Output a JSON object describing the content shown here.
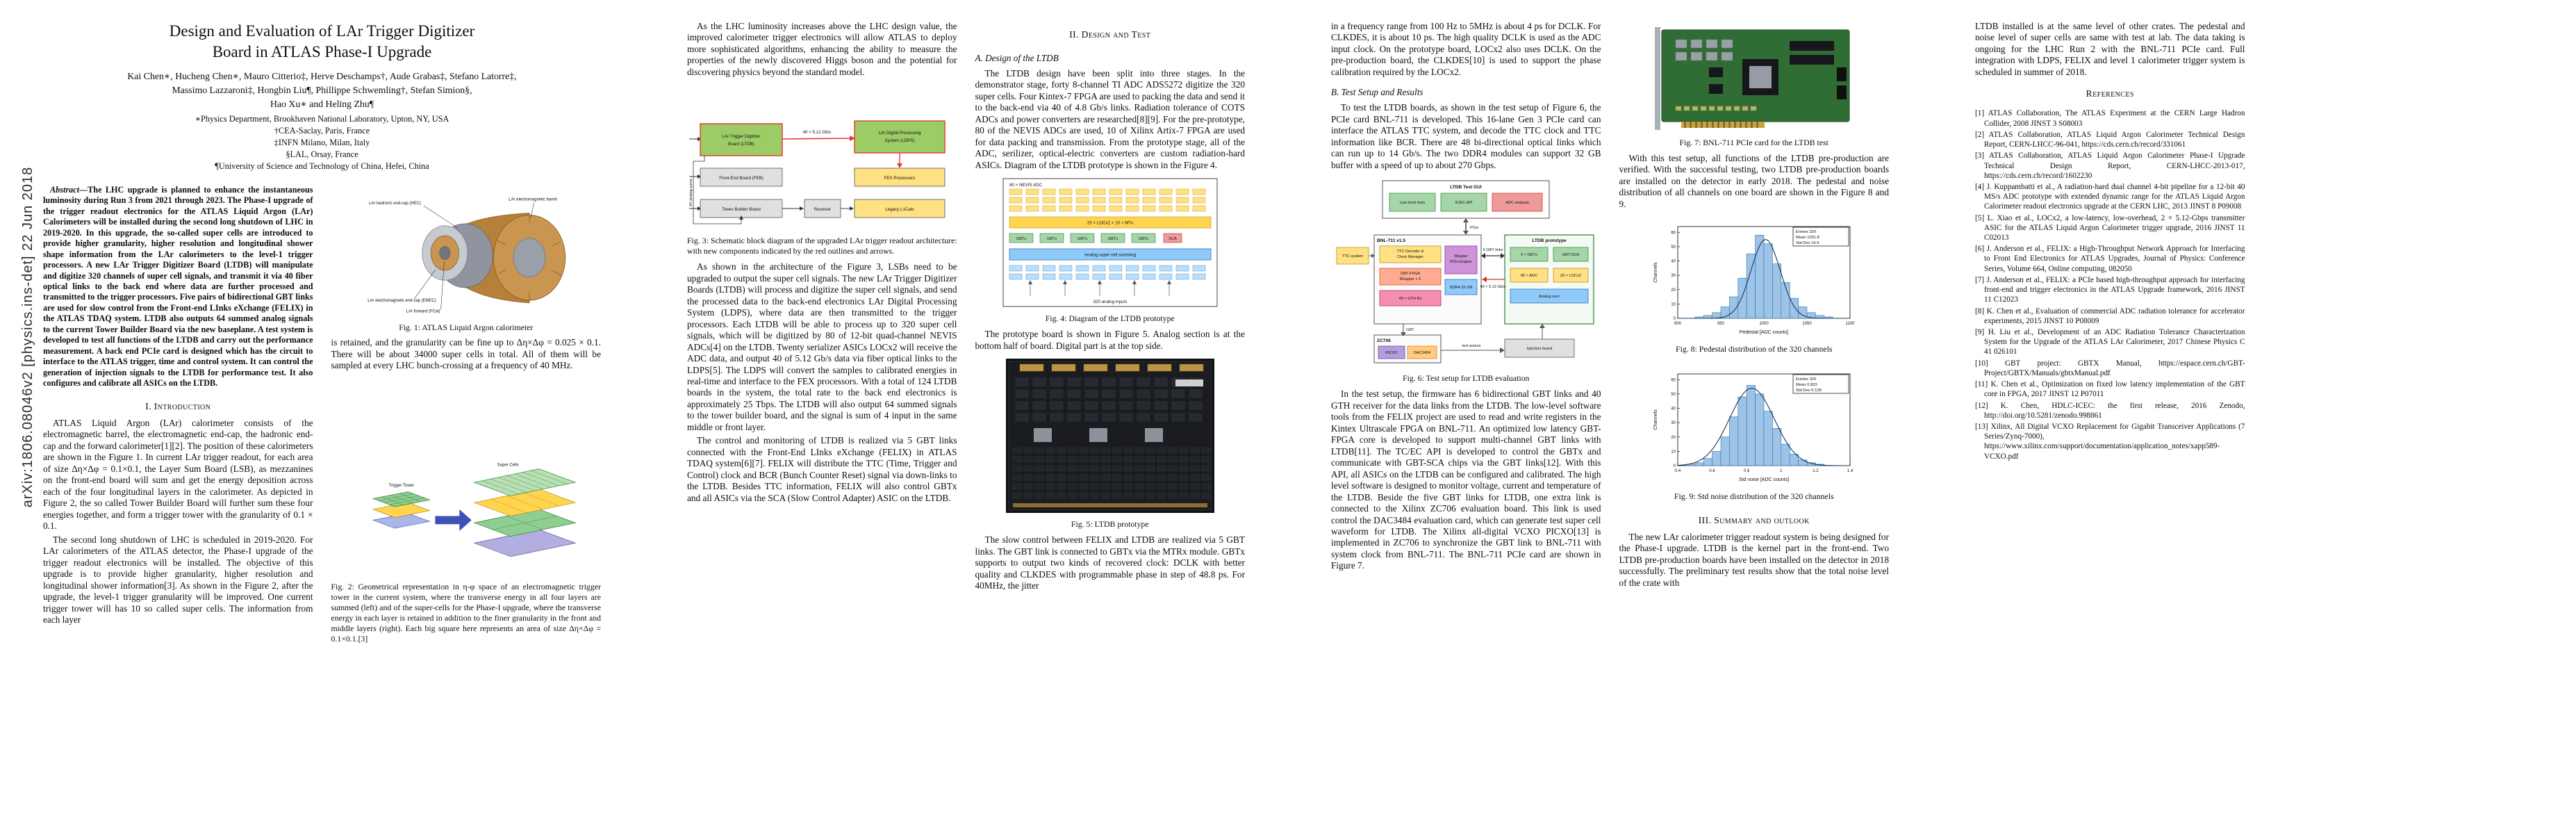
{
  "arxiv_label": "arXiv:1806.08046v2 [physics.ins-det] 22 Jun 2018",
  "title": {
    "line1": "Design and Evaluation of LAr Trigger Digitizer",
    "line2": "Board in ATLAS Phase-I Upgrade"
  },
  "authors": {
    "line1": "Kai Chen∗, Hucheng Chen∗, Mauro Citterio‡, Herve Deschamps†, Aude Grabas‡, Stefano Latorre‡,",
    "line2": "Massimo Lazzaroni‡, Hongbin Liu¶, Phillippe Schwemling†, Stefan Simion§,",
    "line3": "Hao Xu∗ and Heling Zhu¶"
  },
  "affiliations": [
    "∗Physics Department, Brookhaven National Laboratory, Upton, NY, USA",
    "†CEA-Saclay, Paris, France",
    "‡INFN Milano, Milan, Italy",
    "§LAL, Orsay, France",
    "¶University of Science and Technology of China, Hefei, China"
  ],
  "abstract": {
    "label": "Abstract—",
    "text": "The LHC upgrade is planned to enhance the instantaneous luminosity during Run 3 from 2021 through 2023. The Phase-I upgrade of the trigger readout electronics for the ATLAS Liquid Argon (LAr) Calorimeters will be installed during the second long shutdown of LHC in 2019-2020. In this upgrade, the so-called super cells are introduced to provide higher granularity, higher resolution and longitudinal shower shape information from the LAr calorimeters to the level-1 trigger processors. A new LAr Trigger Digitizer Board (LTDB) will manipulate and digitize 320 channels of super cell signals, and transmit it via 40 fiber optical links to the back end where data are further processed and transmitted to the trigger processors. Five pairs of bidirectional GBT links are used for slow control from the Front-end LInks eXchange (FELIX) in the ATLAS TDAQ system. LTDB also outputs 64 summed analog signals to the current Tower Builder Board via the new baseplane. A test system is developed to test all functions of the LTDB and carry out the performance measurement. A back end PCIe card is designed which has the circuit to interface to the ATLAS trigger, time and control system. It can control the generation of injection signals to the LTDB for performance test. It also configures and calibrate all ASICs on the LTDB."
  },
  "headings": {
    "introduction": "I. Introduction",
    "design": "II. Design and Test",
    "design_sub": "A. Design of the LTDB",
    "test_sub": "B. Test Setup and Results",
    "summary": "III. Summary and outlook",
    "references": "References"
  },
  "paragraphs": {
    "intro_1": "ATLAS Liquid Argon (LAr) calorimeter consists of the electromagnetic barrel, the electromagnetic end-cap, the hadronic end-cap and the forward calorimeter[1][2]. The position of these calorimeters are shown in the Figure 1. In current LAr trigger readout, for each area of size Δη×Δφ = 0.1×0.1, the Layer Sum Board (LSB), as mezzanines on the front-end board will sum and get the energy deposition across each of the four longitudinal layers in the calorimeter. As depicted in Figure 2, the so called Tower Builder Board will further sum these four energies together, and form a trigger tower with the granularity of 0.1 × 0.1.",
    "intro_2": "The second long shutdown of LHC is scheduled in 2019-2020. For LAr calorimeters of the ATLAS detector, the Phase-I upgrade of the trigger readout electronics will be installed. The objective of this upgrade is to provide higher granularity, higher resolution and longitudinal shower information[3]. As shown in the Figure 2, after the upgrade, the level-1 trigger granularity will be improved. One current trigger tower will has 10 so called super cells. The information from each layer",
    "intro_3": "is retained, and the granularity can be fine up to Δη×Δφ = 0.025 × 0.1. There will be about 34000 super cells in total. All of them will be sampled at every LHC bunch-crossing at a frequency of 40 MHz.",
    "lhc_lumi": "As the LHC luminosity increases above the LHC design value, the improved calorimeter trigger electronics will allow ATLAS to deploy more sophisticated algorithms, enhancing the ability to measure the properties of the newly discovered Higgs boson and the potential for discovering physics beyond the standard model.",
    "architecture": "As shown in the architecture of the Figure 3, LSBs need to be upgraded to output the super cell signals. The new LAr Trigger Digitizer Boards (LTDB) will process and digitize the super cell signals, and send the processed data to the back-end electronics LAr Digital Processing System (LDPS), where data are then transmitted to the trigger processors. Each LTDB will be able to process up to 320 super cell signals, which will be digitized by 80 of 12-bit quad-channel NEVIS ADCs[4] on the LTDB. Twenty serializer ASICs LOCx2 will receive the ADC data, and output 40 of 5.12 Gb/s data via fiber optical links to the LDPS[5]. The LDPS will convert the samples to calibrated energies in real-time and interface to the FEX processors. With a total of 124 LTDB boards in the system, the total rate to the back end electronics is approximately 25 Tbps. The LTDB will also output 64 summed signals to the tower builder board, and the signal is sum of 4 input in the same middle or front layer.",
    "control": "The control and monitoring of LTDB is realized via 5 GBT links connected with the Front-End LInks eXchange (FELIX) in ATLAS TDAQ system[6][7]. FELIX will distribute the TTC (Time, Trigger and Control) clock and BCR (Bunch Counter Reset) signal via down-links to the LTDB. Besides TTC information, FELIX will also control GBTx and all ASICs via the SCA (Slow Control Adapter) ASIC on the LTDB.",
    "design_stages": "The LTDB design have been split into three stages. In the demonstrator stage, forty 8-channel TI ADC ADS5272 digitize the 320 super cells. Four Kintex-7 FPGA are used to packing the data and send it to the back-end via 40 of 4.8 Gb/s links. Radiation tolerance of COTS ADCs and power converters are researched[8][9]. For the pre-prototype, 80 of the NEVIS ADCs are used, 10 of Xilinx Artix-7 FPGA are used for data packing and transmission. From the prototype stage, all of the ADC, serilizer, optical-electric converters are custom radiation-hard ASICs. Diagram of the LTDB prototype is shown in the Figure 4.",
    "proto_board": "The prototype board is shown in Figure 5. Analog section is at the bottom half of board. Digital part is at the top side.",
    "slow_control_a": "The slow control between FELIX and LTDB are realized via 5 GBT links. The GBT link is connected to GBTx via the MTRx module. GBTx supports to output two kinds of recovered clock: DCLK with better quality and CLKDES with programmable phase in step of 48.8 ps. For 40MHz, the jitter",
    "slow_control_b": "in a frequency range from 100 Hz to 5MHz is about 4 ps for DCLK. For CLKDES, it is about 10 ps. The high quality DCLK is used as the ADC input clock. On the prototype board, LOCx2 also uses DCLK. On the pre-production board, the CLKDES[10] is used to support the phase calibration required by the LOCx2.",
    "test_setup": "To test the LTDB boards, as shown in the test setup of Figure 6, the PCIe card BNL-711 is developed. This 16-lane Gen 3 PCIe card can interface the ATLAS TTC system, and decode the TTC clock and TTC information like BCR. There are 48 bi-directional optical links which can run up to 14 Gb/s. The two DDR4 modules can support 32 GB buffer with a speed of up to about 270 Gbps.",
    "firmware": "In the test setup, the firmware has 6 bidirectional GBT links and 40 GTH receiver for the data links from the LTDB. The low-level software tools from the FELIX project are used to read and write registers in the Kintex Ultrascale FPGA on BNL-711. An optimized low latency GBT-FPGA core is developed to support multi-channel GBT links with LTDB[11]. The TC/EC API is developed to control the GBTx and communicate with GBT-SCA chips via the GBT links[12]. With this API, all ASICs on the LTDB can be configured and calibrated. The high level software is designed to monitor voltage, current and temperature of the LTDB. Beside the five GBT links for LTDB, one extra link is connected to the Xilinx ZC706 evaluation board. This link is used control the DAC3484 evaluation card, which can generate test super cell waveform for LTDB. The Xilinx all-digital VCXO PICXO[13] is implemented in ZC706 to synchronize the GBT link to BNL-711 with system clock from BNL-711. The BNL-711 PCIe card are shown in Figure 7.",
    "verified": "With this test setup, all functions of the LTDB pre-production are verified. With the successful testing, two LTDB pre-production boards are installed on the detector in early 2018. The pedestal and noise distribution of all channels on one board are shown in the Figure 8 and 9.",
    "summary_a": "The new LAr calorimeter trigger readout system is being designed for the Phase-I upgrade. LTDB is the kernel part in the front-end. Two LTDB pre-production boards have been installed on the detector in 2018 successfully. The preliminary test results show that the total noise level of the crate with",
    "summary_b": "LTDB installed is at the same level of other crates. The pedestal and noise level of super cells are same with test at lab. The data taking is ongoing for the LHC Run 2 with the BNL-711 PCIe card. Full integration with LDPS, FELIX and level 1 calorimeter trigger system is scheduled in summer of 2018."
  },
  "figures": {
    "fig1": {
      "caption": "Fig. 1: ATLAS Liquid Argon calorimeter",
      "labels": [
        "LAr hadronic end-cap (HEC)",
        "LAr electromagnetic end-cap (EMEC)",
        "LAr electromagnetic barrel",
        "LAr forward (FCal)"
      ]
    },
    "fig2": {
      "caption": "Fig. 2: Geometrical representation in η-φ space of an electromagnetic trigger tower in the current system, where the transverse energy in all four layers are summed (left) and of the super-cells for the Phase-I upgrade, where the transverse energy in each layer is retained in addition to the finer granularity in the front and middle layers (right). Each big square here represents an area of size Δη×Δφ = 0.1×0.1.[3]",
      "labels": [
        "Trigger Tower",
        "Super Cells"
      ]
    },
    "fig3": {
      "caption": "Fig. 3: Schematic block diagram of the upgraded LAr trigger readout architecture: with new components indicated by the red outlines and arrows.",
      "labels": [
        "LAr Trigger Digitizer",
        "Board (LTDB)",
        "Front-End Board (FEB)",
        "Tower Builder Board",
        "LAr Digital Processing",
        "System (LDPS)",
        "FEX Processors",
        "Legacy L1Calo",
        "Receiver",
        "40 × 5.12 Gb/s",
        "64 analog sums"
      ]
    },
    "fig4": {
      "caption": "Fig. 4: Diagram of the LTDB prototype",
      "labels": [
        "80 × NEVIS ADC",
        "20 × LOCx2 + 10 × MTx",
        "GBTx",
        "SCA",
        "Analog super cell summing",
        "320 analog inputs"
      ]
    },
    "fig5": {
      "caption": "Fig. 5: LTDB prototype"
    },
    "fig6": {
      "caption": "Fig. 6: Test setup for LTDB evaluation",
      "labels": [
        "LTDB Test GUI",
        "Low level tools",
        "IC/EC API",
        "ADC analysis",
        "PCIe",
        "BNL-711 v1.5",
        "TTC Decoder &",
        "Clock Manager",
        "Wupper",
        "PCIe Engine",
        "GBT-FPGA",
        "Wrapper × 6",
        "40 × GTH Rx",
        "DDR4 32 GB",
        "TTC system",
        "LTDB prototype",
        "5 × GBTx",
        "GBT-SCA",
        "80 × ADC",
        "20 × LOCx2",
        "Analog sum",
        "5 GBT links",
        "40 × 5.12 Gb/s",
        "ZC706",
        "PICXO",
        "DAC3484",
        "GBT",
        "Injection board",
        "test pulses"
      ]
    },
    "fig7": {
      "caption": "Fig. 7: BNL-711 PCIe card for the LTDB test"
    },
    "fig8": {
      "caption": "Fig. 8: Pedestal distribution of the 320 channels"
    },
    "fig9": {
      "caption": "Fig. 9: Std noise distribution of the 320 channels"
    }
  },
  "references_list": [
    "[1] ATLAS Collaboration, The ATLAS Experiment at the CERN Large Hadron Collider, 2008 JINST 3 S08003",
    "[2] ATLAS Collaboration, ATLAS Liquid Argon Calorimeter Technical Design Report, CERN-LHCC-96-041, https://cds.cern.ch/record/331061",
    "[3] ATLAS Collaboration, ATLAS Liquid Argon Calorimeter Phase-I Upgrade Technical Design Report, CERN-LHCC-2013-017, https://cds.cern.ch/record/1602230",
    "[4] J. Kuppambatti et al., A radiation-hard dual channel 4-bit pipeline for a 12-bit 40 MS/s ADC prototype with extended dynamic range for the ATLAS Liquid Argon Calorimeter readout electronics upgrade at the CERN LHC, 2013 JINST 8 P09008",
    "[5] L. Xiao et al., LOCx2, a low-latency, low-overhead, 2 × 5.12-Gbps transmitter ASIC for the ATLAS Liquid Argon Calorimeter trigger upgrade, 2016 JINST 11 C02013",
    "[6] J. Anderson et al., FELIX: a High-Throughput Network Approach for Interfacing to Front End Electronics for ATLAS Upgrades, Journal of Physics: Conference Series, Volume 664, Online computing, 082050",
    "[7] J. Anderson et al., FELIX: a PCIe based high-throughput approach for interfacing front-end and trigger electronics in the ATLAS Upgrade framework, 2016 JINST 11 C12023",
    "[8] K. Chen et al., Evaluation of commercial ADC radiation tolerance for accelerator experiments, 2015 JINST 10 P08009",
    "[9] H. Liu et al., Development of an ADC Radiation Tolerance Characterization System for the Upgrade of the ATLAS LAr Calorimeter, 2017 Chinese Physics C 41 026101",
    "[10] GBT project: GBTX Manual, https://espace.cern.ch/GBT-Project/GBTX/Manuals/gbtxManual.pdf",
    "[11] K. Chen et al., Optimization on fixed low latency implementation of the GBT core in FPGA, 2017 JINST 12 P07011",
    "[12] K. Chen, HDLC-ICEC: the first release, 2016 Zenodo, http://doi.org/10.5281/zenodo.998861",
    "[13] Xilinx, All Digital VCXO Replacement for Gigabit Transceiver Applications (7 Series/Zynq-7000), https://www.xilinx.com/support/documentation/application_notes/xapp589-VCXO.pdf"
  ],
  "chart_data": [
    {
      "id": "fig8",
      "type": "bar",
      "title": "",
      "xlabel": "Pedestal [ADC counts]",
      "ylabel": "Channels",
      "xlim": [
        900,
        1100
      ],
      "ylim": [
        0,
        64
      ],
      "bin_width": 10,
      "bin_centers": [
        905,
        915,
        925,
        935,
        945,
        955,
        965,
        975,
        985,
        995,
        1005,
        1015,
        1025,
        1035,
        1045,
        1055,
        1065,
        1075,
        1085,
        1095
      ],
      "values": [
        0,
        0,
        1,
        2,
        4,
        8,
        15,
        28,
        45,
        58,
        52,
        38,
        25,
        14,
        8,
        4,
        2,
        1,
        0,
        0
      ],
      "fit": {
        "mu": 1002,
        "sigma": 17,
        "amp": 55
      },
      "stats": [
        "Entries    320",
        "Mean     1001.8",
        "Std Dev    16.9"
      ],
      "xticks": [
        900,
        950,
        1000,
        1050,
        1100
      ],
      "yticks": [
        0,
        10,
        20,
        30,
        40,
        50,
        60
      ],
      "bar_fill": "#9dc3e6",
      "bar_stroke": "#2e74b5",
      "fit_color": "#17375e"
    },
    {
      "id": "fig9",
      "type": "bar",
      "title": "",
      "xlabel": "Std noise [ADC counts]",
      "ylabel": "Channels",
      "xlim": [
        0.4,
        1.4
      ],
      "ylim": [
        0,
        64
      ],
      "bin_width": 0.05,
      "bin_centers": [
        0.425,
        0.475,
        0.525,
        0.575,
        0.625,
        0.675,
        0.725,
        0.775,
        0.825,
        0.875,
        0.925,
        0.975,
        1.025,
        1.075,
        1.125,
        1.175,
        1.225,
        1.275,
        1.325,
        1.375
      ],
      "values": [
        0,
        1,
        2,
        5,
        10,
        20,
        34,
        48,
        56,
        50,
        38,
        26,
        15,
        8,
        4,
        2,
        1,
        0,
        0,
        0
      ],
      "fit": {
        "mu": 0.83,
        "sigma": 0.13,
        "amp": 54
      },
      "stats": [
        "Entries    320",
        "Mean     0.833",
        "Std Dev    0.128"
      ],
      "xticks": [
        0.4,
        0.6,
        0.8,
        1,
        1.2,
        1.4
      ],
      "yticks": [
        0,
        10,
        20,
        30,
        40,
        50,
        60
      ],
      "bar_fill": "#9dc3e6",
      "bar_stroke": "#2e74b5",
      "fit_color": "#17375e"
    }
  ]
}
